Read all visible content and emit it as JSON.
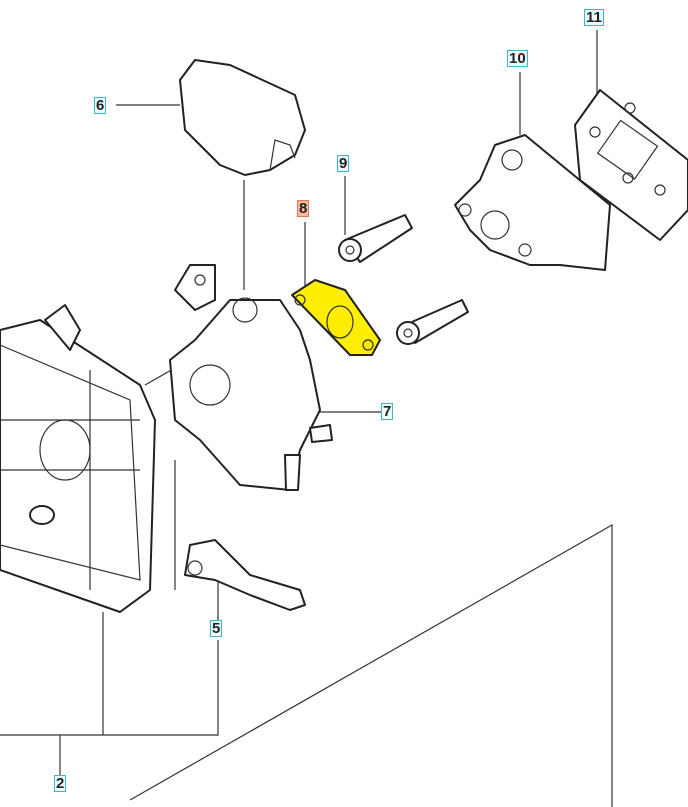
{
  "diagram": {
    "callouts": [
      {
        "id": "11",
        "highlighted": false
      },
      {
        "id": "10",
        "highlighted": false
      },
      {
        "id": "6",
        "highlighted": false
      },
      {
        "id": "9",
        "highlighted": false
      },
      {
        "id": "8",
        "highlighted": true
      },
      {
        "id": "7",
        "highlighted": false
      },
      {
        "id": "5",
        "highlighted": false
      },
      {
        "id": "2",
        "highlighted": false
      }
    ],
    "colors": {
      "callout_border": "#3ab8c8",
      "highlight_fill": "#f6b9a2",
      "highlight_part": "#ffee00"
    }
  }
}
